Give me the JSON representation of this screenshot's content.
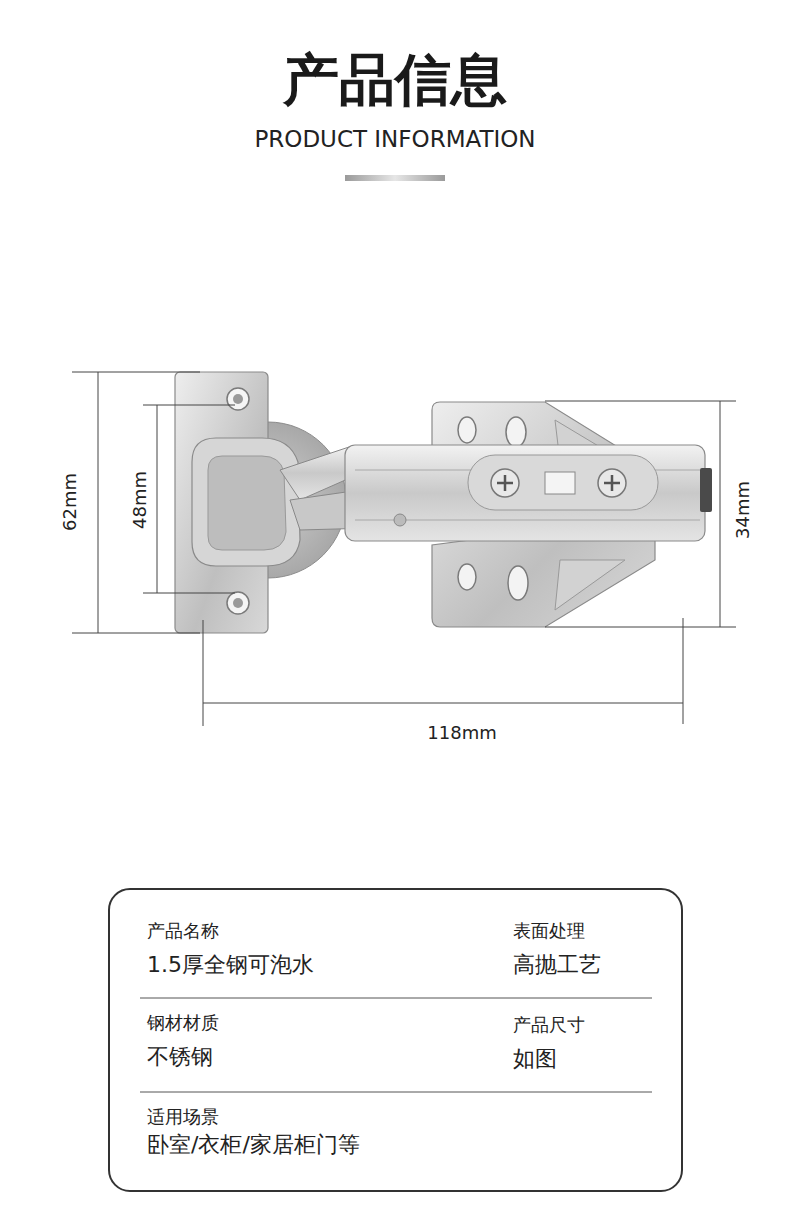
{
  "diagram": {
    "title": "产品信息",
    "nodes": [
      {
        "text": [
          "产品名称",
          "1.5厚全钢可泡水",
          "表面处理",
          "高抛工艺",
          "钢材材质",
          "不锈钢",
          "产品尺寸",
          "如图",
          "适用场景",
          "卧室/衣柜/家居柜门等"
        ]
      }
    ],
    "labels": [
      "PRODUCT INFORMATION",
      "62mm",
      "48mm",
      "34mm",
      "118mm"
    ]
  }
}
